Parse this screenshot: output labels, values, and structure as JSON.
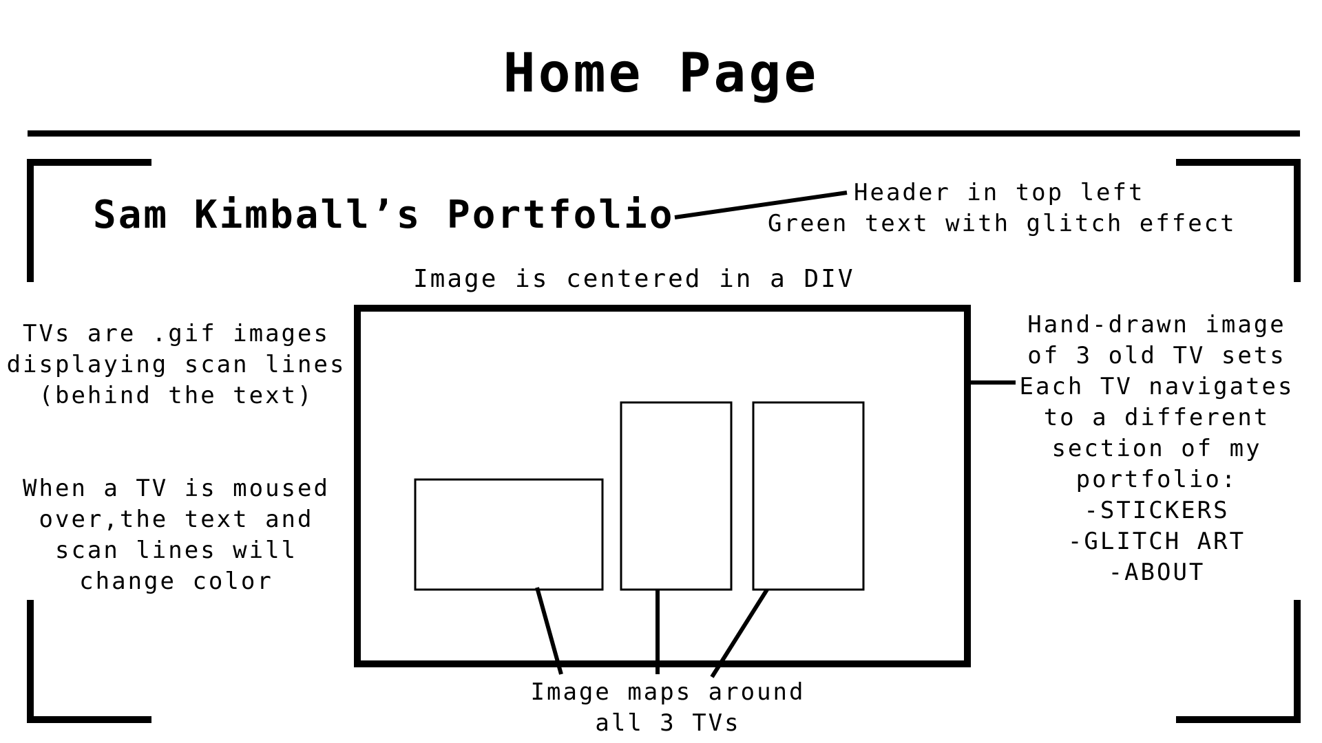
{
  "page_title": "Home Page",
  "portfolio_header": "Sam Kimball’s Portfolio",
  "annotations": {
    "header_note": {
      "lines": [
        "Header in top left",
        "Green text with glitch effect"
      ]
    },
    "image_centered_note": "Image is centered in a DIV",
    "tv_gif_note": {
      "lines": [
        "TVs are .gif images",
        "displaying scan lines",
        "(behind the text)"
      ]
    },
    "mouseover_note": {
      "lines": [
        "When a TV is moused",
        "over,the text and",
        "scan lines will",
        "change color"
      ]
    },
    "hand_drawn_note": {
      "lines": [
        "Hand-drawn image",
        "of 3 old TV sets",
        "Each TV navigates",
        "to a different",
        "section of my",
        "portfolio:",
        "-STICKERS",
        "-GLITCH ART",
        "-ABOUT"
      ]
    },
    "image_maps_note": {
      "lines": [
        "Image maps around",
        "all 3 TVs"
      ]
    }
  },
  "colors": {
    "stroke": "#000000",
    "background": "#ffffff"
  }
}
